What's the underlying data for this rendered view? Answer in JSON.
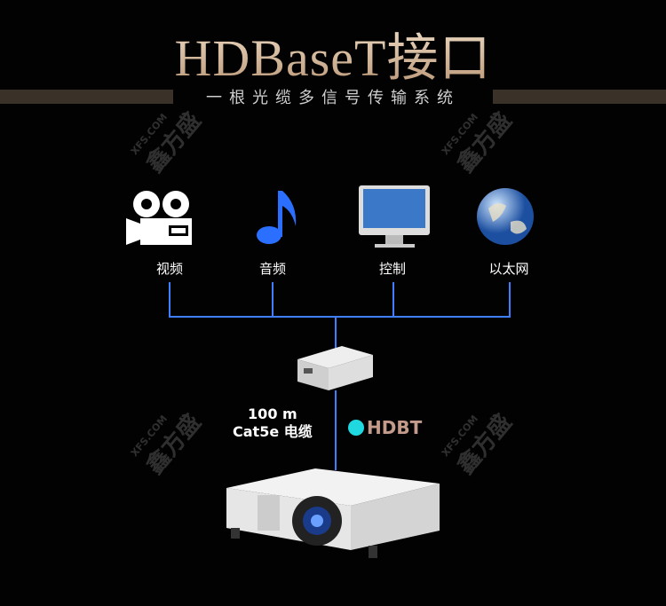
{
  "title": "HDBaseT接口",
  "subtitle": "一根光缆多信号传输系统",
  "watermark": {
    "domain": "XFS.COM",
    "name": "鑫方盛"
  },
  "sources": [
    {
      "label": "视频",
      "icon": "film-camera-icon"
    },
    {
      "label": "音频",
      "icon": "music-note-icon"
    },
    {
      "label": "控制",
      "icon": "computer-monitor-icon"
    },
    {
      "label": "以太网",
      "icon": "globe-icon"
    }
  ],
  "cable": {
    "length": "100 m",
    "type": "Cat5e 电缆"
  },
  "logo": "HDBT",
  "colors": {
    "line": "#3f7fff",
    "accent": "#1fd8e0"
  }
}
